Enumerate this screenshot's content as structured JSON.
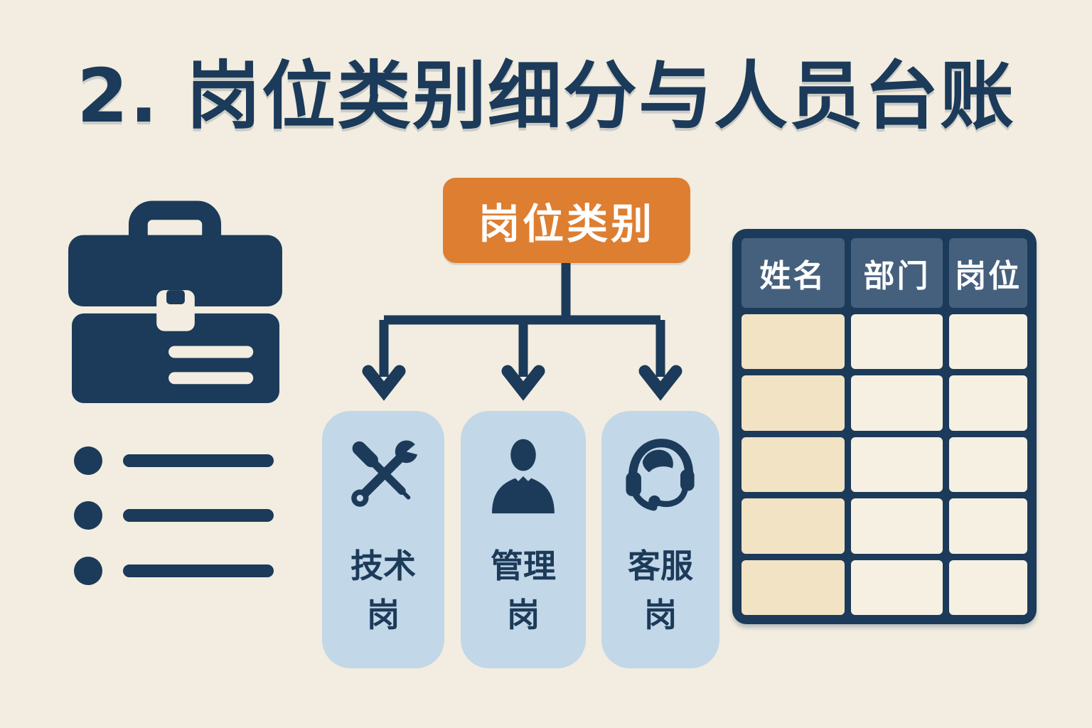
{
  "title": {
    "text": "2. 岗位类别细分与人员台账"
  },
  "left_icons": [
    {
      "name": "briefcase-icon"
    },
    {
      "name": "checklist-icon"
    }
  ],
  "flowchart": {
    "root": {
      "label": "岗位类别"
    },
    "children": [
      {
        "label": "技术岗",
        "icon": "tools-icon"
      },
      {
        "label": "管理岗",
        "icon": "manager-icon"
      },
      {
        "label": "客服岗",
        "icon": "headset-icon"
      }
    ]
  },
  "table": {
    "headers": [
      "姓名",
      "部门",
      "岗位"
    ],
    "rows": [
      [
        "",
        "",
        ""
      ],
      [
        "",
        "",
        ""
      ],
      [
        "",
        "",
        ""
      ],
      [
        "",
        "",
        ""
      ],
      [
        "",
        "",
        ""
      ]
    ]
  },
  "colors": {
    "background": "#F2EDE0",
    "navy": "#1C3A59",
    "orange": "#DE7E31",
    "card_blue": "#C2D7E7",
    "table_header": "#45607D",
    "table_first_column": "#F2E3C4",
    "table_cell": "#F6F0E2"
  }
}
